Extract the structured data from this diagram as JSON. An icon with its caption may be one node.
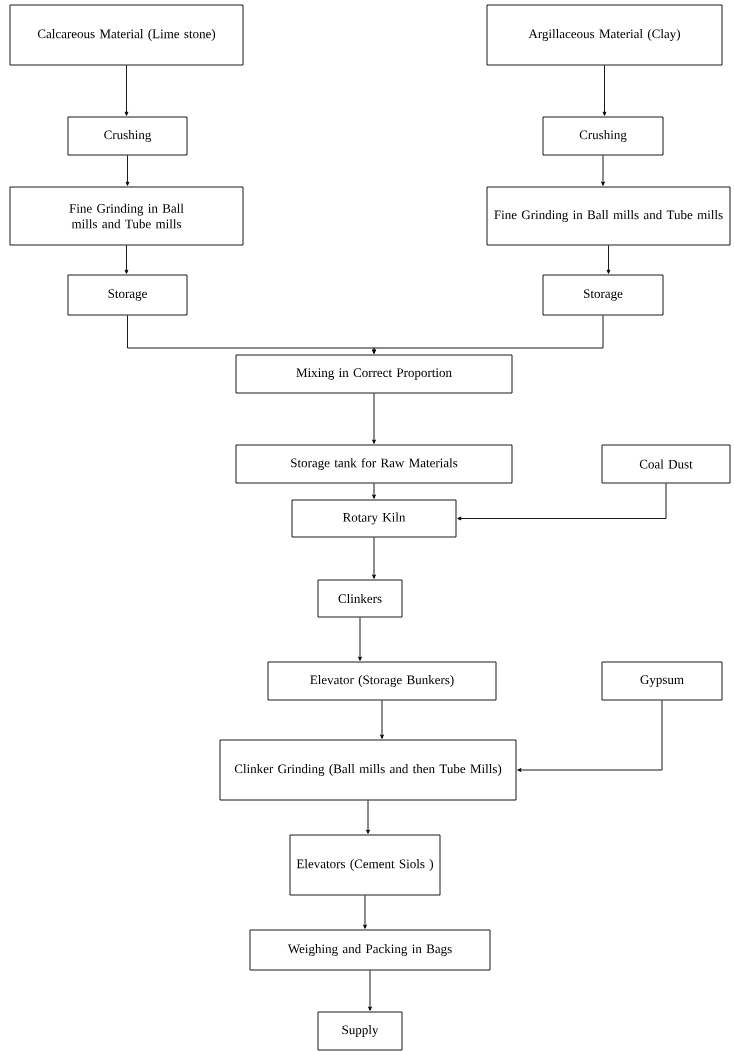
{
  "diagram": {
    "nodes": [
      {
        "text": [
          "Calcareous Material (Lime stone)"
        ]
      },
      {
        "text": [
          "Argillaceous Material (Clay)"
        ]
      },
      {
        "text": [
          "Crushing"
        ]
      },
      {
        "text": [
          "Crushing"
        ]
      },
      {
        "text": [
          "Fine Grinding in Ball mills and Tube mills"
        ]
      },
      {
        "text": [
          "Fine Grinding in Ball mills and Tube mills"
        ]
      },
      {
        "text": [
          "Storage"
        ]
      },
      {
        "text": [
          "Storage"
        ]
      },
      {
        "text": [
          "Mixing in Correct Proportion"
        ]
      },
      {
        "text": [
          "Storage tank for Raw Materials"
        ]
      },
      {
        "text": [
          "Coal Dust"
        ]
      },
      {
        "text": [
          "Rotary Kiln"
        ]
      },
      {
        "text": [
          "Clinkers"
        ]
      },
      {
        "text": [
          "Elevator (Storage Bunkers)"
        ]
      },
      {
        "text": [
          "Gypsum"
        ]
      },
      {
        "text": [
          "Clinker Grinding (Ball mills and then Tube Mills)"
        ]
      },
      {
        "text": [
          "Elevators (Cement Siols )"
        ]
      },
      {
        "text": [
          "Weighing and Packing in Bags"
        ]
      },
      {
        "text": [
          "Supply"
        ]
      }
    ],
    "edges": [
      {
        "from": 0,
        "to": 2,
        "arrow": "to"
      },
      {
        "from": 2,
        "to": 4,
        "arrow": "to"
      },
      {
        "from": 4,
        "to": 6,
        "arrow": "to"
      },
      {
        "from": 1,
        "to": 3,
        "arrow": "to"
      },
      {
        "from": 3,
        "to": 5,
        "arrow": "to"
      },
      {
        "from": 5,
        "to": 7,
        "arrow": "to"
      },
      {
        "from": 6,
        "to": 8,
        "arrow": "to"
      },
      {
        "from": 7,
        "to": 8,
        "arrow": "to"
      },
      {
        "from": 8,
        "to": 9,
        "arrow": "to"
      },
      {
        "from": 9,
        "to": 11,
        "arrow": "to"
      },
      {
        "from": 10,
        "to": 11,
        "arrow": "to"
      },
      {
        "from": 11,
        "to": 12,
        "arrow": "to"
      },
      {
        "from": 12,
        "to": 13,
        "arrow": "to"
      },
      {
        "from": 13,
        "to": 15,
        "arrow": "to"
      },
      {
        "from": 14,
        "to": 15,
        "arrow": "to"
      },
      {
        "from": 15,
        "to": 16,
        "arrow": "to"
      },
      {
        "from": 16,
        "to": 17,
        "arrow": "to"
      },
      {
        "from": 17,
        "to": 18,
        "arrow": "to"
      }
    ]
  }
}
